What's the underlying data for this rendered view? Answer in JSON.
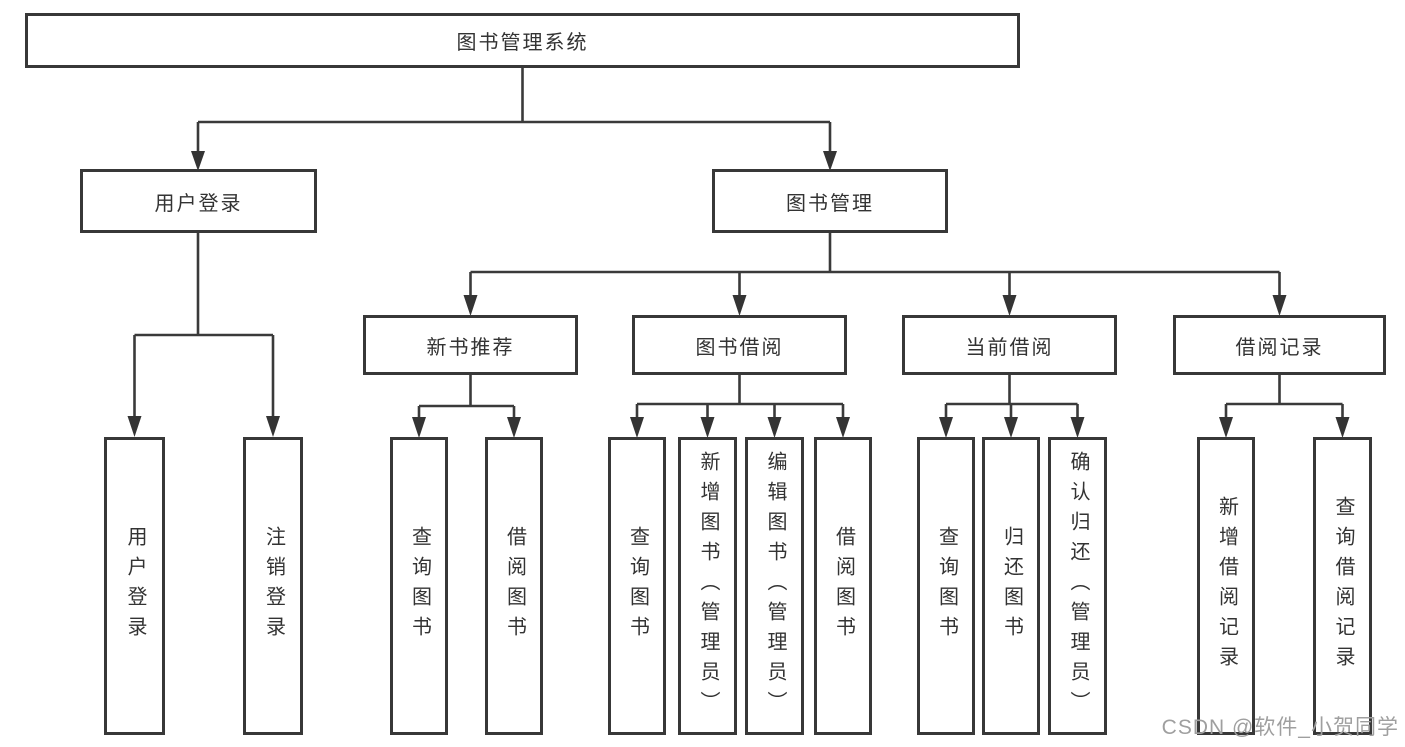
{
  "tree": {
    "label": "图书管理系统",
    "children": [
      {
        "label": "用户登录",
        "children": [
          {
            "label": "用户登录"
          },
          {
            "label": "注销登录"
          }
        ]
      },
      {
        "label": "图书管理",
        "children": [
          {
            "label": "新书推荐",
            "children": [
              {
                "label": "查询图书"
              },
              {
                "label": "借阅图书"
              }
            ]
          },
          {
            "label": "图书借阅",
            "children": [
              {
                "label": "查询图书"
              },
              {
                "label": "新增图书（管理员）"
              },
              {
                "label": "编辑图书（管理员）"
              },
              {
                "label": "借阅图书"
              }
            ]
          },
          {
            "label": "当前借阅",
            "children": [
              {
                "label": "查询图书"
              },
              {
                "label": "归还图书"
              },
              {
                "label": "确认归还（管理员）"
              }
            ]
          },
          {
            "label": "借阅记录",
            "children": [
              {
                "label": "新增借阅记录"
              },
              {
                "label": "查询借阅记录"
              }
            ]
          }
        ]
      }
    ]
  },
  "watermark": {
    "text": "CSDN @软件_小贺同学"
  },
  "colors": {
    "line": "#3a3a3a",
    "box_border": "#383838",
    "text": "#333333",
    "watermark": "#9f9f9f",
    "background": "#ffffff"
  }
}
